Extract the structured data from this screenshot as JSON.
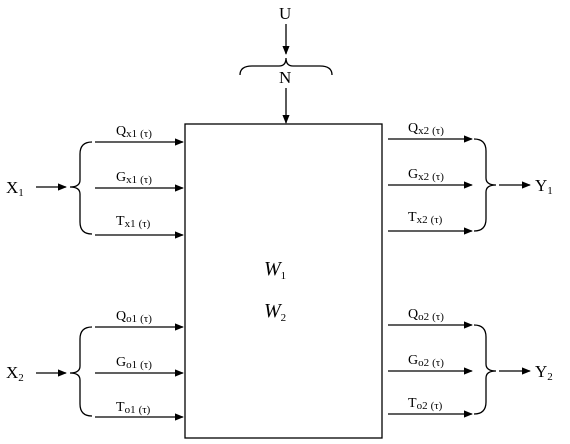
{
  "top": {
    "u": "U",
    "n": "N"
  },
  "inputs": {
    "x1": {
      "label": "X",
      "sub": "1"
    },
    "x2": {
      "label": "X",
      "sub": "2"
    },
    "x1_signals": [
      {
        "base": "Q",
        "sub": "x1",
        "arg": "(τ)"
      },
      {
        "base": "G",
        "sub": "x1",
        "arg": "(τ)"
      },
      {
        "base": "T",
        "sub": "x1",
        "arg": "(τ)"
      }
    ],
    "x2_signals": [
      {
        "base": "Q",
        "sub": "o1",
        "arg": "(τ)"
      },
      {
        "base": "G",
        "sub": "o1",
        "arg": "(τ)"
      },
      {
        "base": "T",
        "sub": "o1",
        "arg": "(τ)"
      }
    ]
  },
  "outputs": {
    "y1": {
      "label": "Y",
      "sub": "1"
    },
    "y2": {
      "label": "Y",
      "sub": "2"
    },
    "y1_signals": [
      {
        "base": "Q",
        "sub": "x2",
        "arg": "(τ)"
      },
      {
        "base": "G",
        "sub": "x2",
        "arg": "(τ)"
      },
      {
        "base": "T",
        "sub": "x2",
        "arg": "(τ)"
      }
    ],
    "y2_signals": [
      {
        "base": "Q",
        "sub": "o2",
        "arg": "(τ)"
      },
      {
        "base": "G",
        "sub": "o2",
        "arg": "(τ)"
      },
      {
        "base": "T",
        "sub": "o2",
        "arg": "(τ)"
      }
    ]
  },
  "block": {
    "w1": {
      "label": "W",
      "sub": "1"
    },
    "w2": {
      "label": "W",
      "sub": "2"
    }
  }
}
